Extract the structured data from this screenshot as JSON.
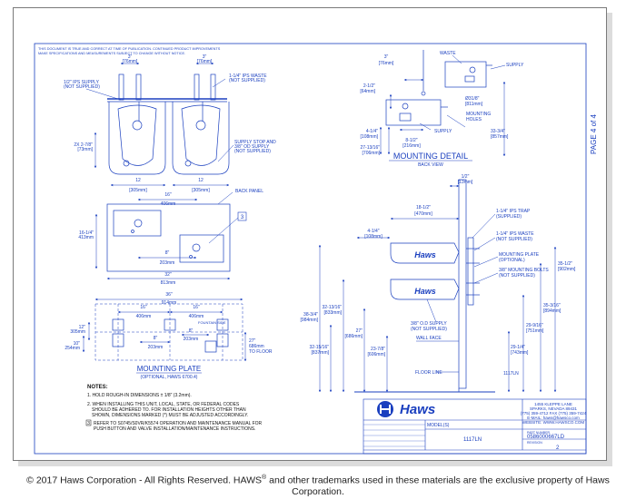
{
  "colors": {
    "line": "#1a3fbf",
    "text": "#1a3fbf",
    "dark": "#111111"
  },
  "header_note": [
    "THIS DOCUMENT IS TRUE AND CORRECT AT TIME OF PUBLICATION. CONTINUED PRODUCT IMPROVEMENTS",
    "MAKE SPECIFICATIONS AND MEASUREMENTS SUBJECT TO CHANGE WITHOUT NOTICE."
  ],
  "page_label": "PAGE 4 of 4",
  "front": {
    "dim_3a": [
      "3\"",
      "[76mm]"
    ],
    "dim_3b": [
      "3\"",
      "[76mm]"
    ],
    "ips_supply": [
      "1/2\" IPS SUPPLY",
      "(NOT SUPPLIED)"
    ],
    "ips_waste": [
      "1-1/4\" IPS WASTE",
      "(NOT SUPPLIED)"
    ],
    "dim_2_78": [
      "2X 2-7/8\"",
      "[73mm]"
    ],
    "dim_12a": [
      "12",
      "[305mm]"
    ],
    "dim_12b": [
      "12",
      "[305mm]"
    ],
    "supply_stop": [
      "SUPPLY STOP AND",
      "3/8\" OD SUPPLY",
      "(NOT SUPPLIED)"
    ]
  },
  "back_panel": {
    "dim_16": [
      "16\"",
      "406mm"
    ],
    "label": "BACK PANEL",
    "dim_16_14": [
      "16-1/4\"",
      "413mm"
    ],
    "callout": "3",
    "dim_8": [
      "8\"",
      "203mm"
    ],
    "dim_32": [
      "32\"",
      "813mm"
    ]
  },
  "mounting_plate": {
    "dim_36": [
      "36\"",
      "914mm"
    ],
    "dim_16a": [
      "16\"",
      "406mm"
    ],
    "dim_16b": [
      "16\"",
      "406mm"
    ],
    "dim_12": [
      "12\"",
      "305mm"
    ],
    "dim_10": [
      "10\"",
      "254mm"
    ],
    "dim_8a": [
      "8\"",
      "203mm"
    ],
    "dim_8b": [
      "8\"",
      "203mm"
    ],
    "fountain_side": "FOUNTAIN SIDE",
    "dim_27": [
      "27\"",
      "686mm",
      "TO FLOOR"
    ],
    "title": "MOUNTING PLATE",
    "subtitle": "(OPTIONAL, HAWS 6700.4)"
  },
  "mounting_detail": {
    "dim_3": [
      "3\"",
      "[76mm]"
    ],
    "waste": "WASTE",
    "dim_2_12": [
      "2-1/2\"",
      "[64mm]"
    ],
    "supply_r": "SUPPLY",
    "dim_32": [
      "Ø31/8\"",
      "[811mm]"
    ],
    "mounting_holes": [
      "MOUNTING",
      "HOLES"
    ],
    "dim_33_34": [
      "33-3/4\"",
      "[857mm]"
    ],
    "dim_4_14": [
      "4-1/4\"",
      "[108mm]"
    ],
    "supply_b": "SUPPLY",
    "dim_8_12": [
      "8-1/2\"",
      "[216mm]"
    ],
    "dim_27_1316": [
      "27-13/16\"",
      "[706mm]"
    ],
    "title": "MOUNTING DETAIL",
    "subtitle": "BACK VIEW"
  },
  "side": {
    "dim_12": [
      "1/2\"",
      "[13mm]"
    ],
    "dim_18_12": [
      "18-1/2\"",
      "[470mm]"
    ],
    "ips_trap": [
      "1-1/4\" IPS TRAP",
      "(SUPPLIED)"
    ],
    "dim_4_14": [
      "4-1/4\"",
      "[108mm]"
    ],
    "ips_waste": [
      "1-1/4\" IPS WASTE",
      "(NOT SUPPLIED)"
    ],
    "mount_plate": [
      "MOUNTING PLATE",
      "(OPTIONAL)"
    ],
    "bolts": [
      "3/8\" MOUNTING BOLTS",
      "(NOT SUPPLIED)"
    ],
    "dim_35_12": [
      "35-1/2\"",
      "[902mm]"
    ],
    "dim_38_34": [
      "38-3/4\"",
      "[984mm]"
    ],
    "dim_32_1316": [
      "32-13/16\"",
      "[833mm]"
    ],
    "dim_35_316": [
      "35-3/16\"",
      "[894mm]"
    ],
    "dim_27": [
      "27\"",
      "[686mm]"
    ],
    "dim_29_916": [
      "29-9/16\"",
      "[751mm]"
    ],
    "od_supply": [
      "3/8\" O.D SUPPLY",
      "(NOT SUPPLIED)"
    ],
    "dim_32_1516": [
      "32-15/16\"",
      "[837mm]"
    ],
    "wall_face": "WALL FACE",
    "dim_23_78": [
      "23-7/8\"",
      "[606mm]"
    ],
    "dim_29_14": [
      "29-1/4\"",
      "[743mm]"
    ],
    "floor_line": "FLOOR LINE",
    "model_tag": "1117LN"
  },
  "notes": {
    "title": "NOTES:",
    "n1": "1. HOLD ROUGH-IN DIMENSIONS ± 1/8\" (3.2mm).",
    "n2": [
      "2. WHEN INSTALLING THIS UNIT, LOCAL, STATE, OR FEDERAL CODES",
      "SHOULD BE ADHERED TO. FOR INSTALLATION HEIGHTS OTHER THAN",
      "SHOWN, DIMENSIONS MARKED (*) MUST BE ADJUSTED ACCORDINGLY."
    ],
    "n3_num": "3",
    "n3": [
      "REFER TO S0745/S0VR/K5574 OPERATION AND MAINTENANCE MANUAL FOR",
      "PUSH BUTTON AND VALVE INSTALLATION/MAINTENANCE INSTRUCTIONS."
    ]
  },
  "title_block": {
    "brand": "Haws",
    "address": [
      "1455 KLEPPE LANE",
      "SPARKS, NEVADA 89431",
      "(775) 359-4712  FAX (775) 359-7424",
      "E-MAIL: haws@hawsco.com",
      "WEBSITE: WWW.HAWSCO.COM"
    ],
    "models_label": "MODEL(S)",
    "model": "1117LN",
    "part_label": "PART NUMBER",
    "part_number": "0586000667LD",
    "rev_label": "REVISION",
    "rev": "2"
  },
  "footer": {
    "before": "© 2017 Haws Corporation - All Rights Reserved.  HAWS",
    "reg": "®",
    "after": " and other trademarks used in these materials are the exclusive property of Haws Corporation."
  }
}
